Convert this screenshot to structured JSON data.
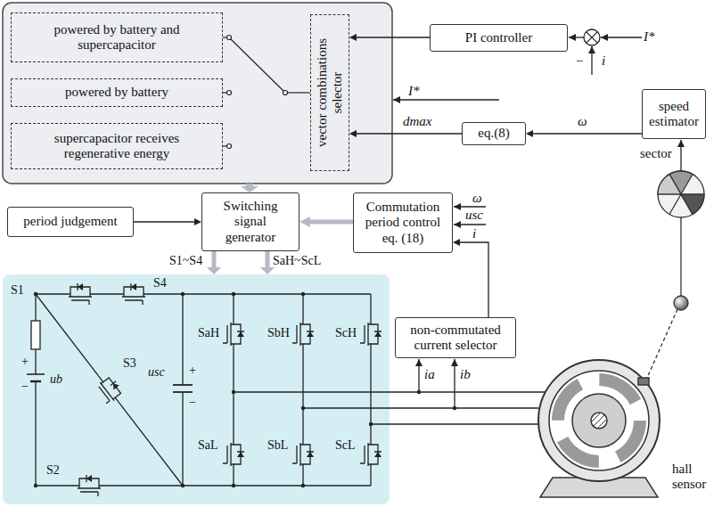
{
  "diagram": {
    "nodes": [
      {
        "text": [
          "powered by battery and supercapacitor"
        ]
      },
      {
        "text": [
          "powered by battery"
        ]
      },
      {
        "text": [
          "supercapacitor receives regenerative energy"
        ]
      },
      {
        "text": [
          "vector combinations selector"
        ]
      },
      {
        "text": [
          "PI controller"
        ]
      },
      {
        "text": [
          "eq.(8)"
        ]
      },
      {
        "text": [
          "speed estimator"
        ]
      },
      {
        "text": [
          "period judgement"
        ]
      },
      {
        "text": [
          "Switching signal generator"
        ]
      },
      {
        "text": [
          "Commutation period control eq. (18)"
        ]
      },
      {
        "text": [
          "non-commutated current selector"
        ]
      }
    ],
    "edges": [
      {
        "from": 4,
        "to": 3,
        "arrow": "to"
      },
      {
        "from": 5,
        "to": 3,
        "label": "dmax",
        "arrow": "to"
      },
      {
        "from": 6,
        "to": 5,
        "label": "ω",
        "arrow": "to"
      },
      {
        "from": 7,
        "to": 8,
        "arrow": "to"
      },
      {
        "from": 9,
        "to": 8,
        "arrow": "to"
      },
      {
        "from": 10,
        "to": 9,
        "label": "i",
        "arrow": "to"
      }
    ],
    "labels": [
      "I*",
      "−",
      "i",
      "I*",
      "sector",
      "ω",
      "usc",
      "S1~S4",
      "SaH~ScL",
      "S1",
      "S4",
      "S3",
      "S2",
      "+",
      "ub",
      "−",
      "usc",
      "+",
      "−",
      "SaH",
      "SbH",
      "ScH",
      "SaL",
      "SbL",
      "ScL",
      "ia",
      "ib",
      "hall sensor"
    ]
  }
}
